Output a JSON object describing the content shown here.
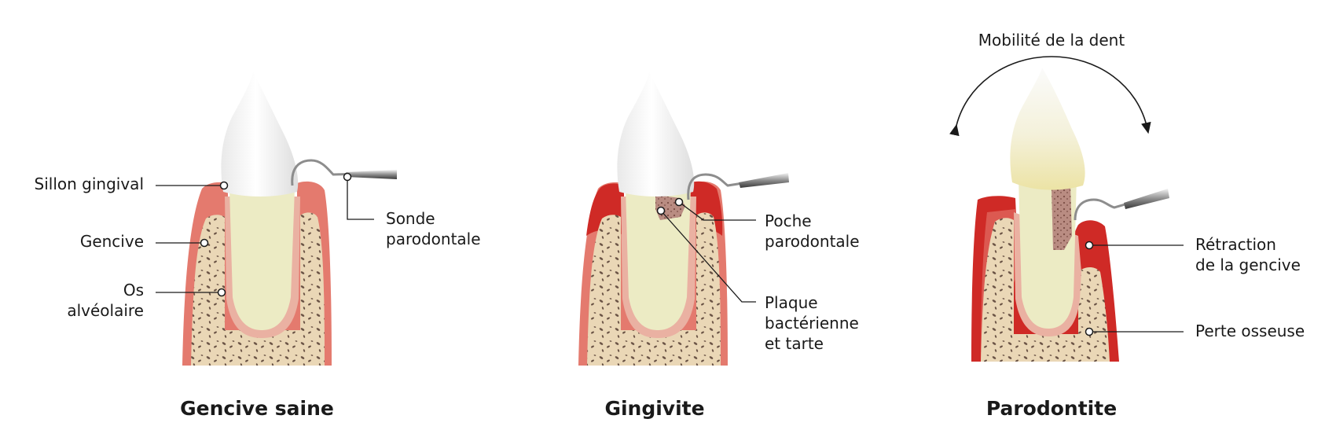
{
  "panels": [
    {
      "title": "Gencive saine",
      "labels": {
        "sillon": "Sillon gingival",
        "gencive": "Gencive",
        "os": [
          "Os",
          "alvéolaire"
        ],
        "sonde": [
          "Sonde",
          "parodontale"
        ]
      }
    },
    {
      "title": "Gingivite",
      "labels": {
        "poche": [
          "Poche",
          "parodontale"
        ],
        "plaque": [
          "Plaque",
          "bactérienne",
          "et tarte"
        ]
      }
    },
    {
      "title": "Parodontite",
      "labels": {
        "mobilite": "Mobilité de la dent",
        "retraction": [
          "Rétraction",
          "de la gencive"
        ],
        "perte": "Perte osseuse"
      }
    }
  ],
  "colors": {
    "gum_healthy": "#e47a6e",
    "gum_inflamed": "#cf2a26",
    "bone": "#ead7b6",
    "root": "#ecebc4",
    "enamel": "#ffffff",
    "plaque": "#b98c82"
  }
}
